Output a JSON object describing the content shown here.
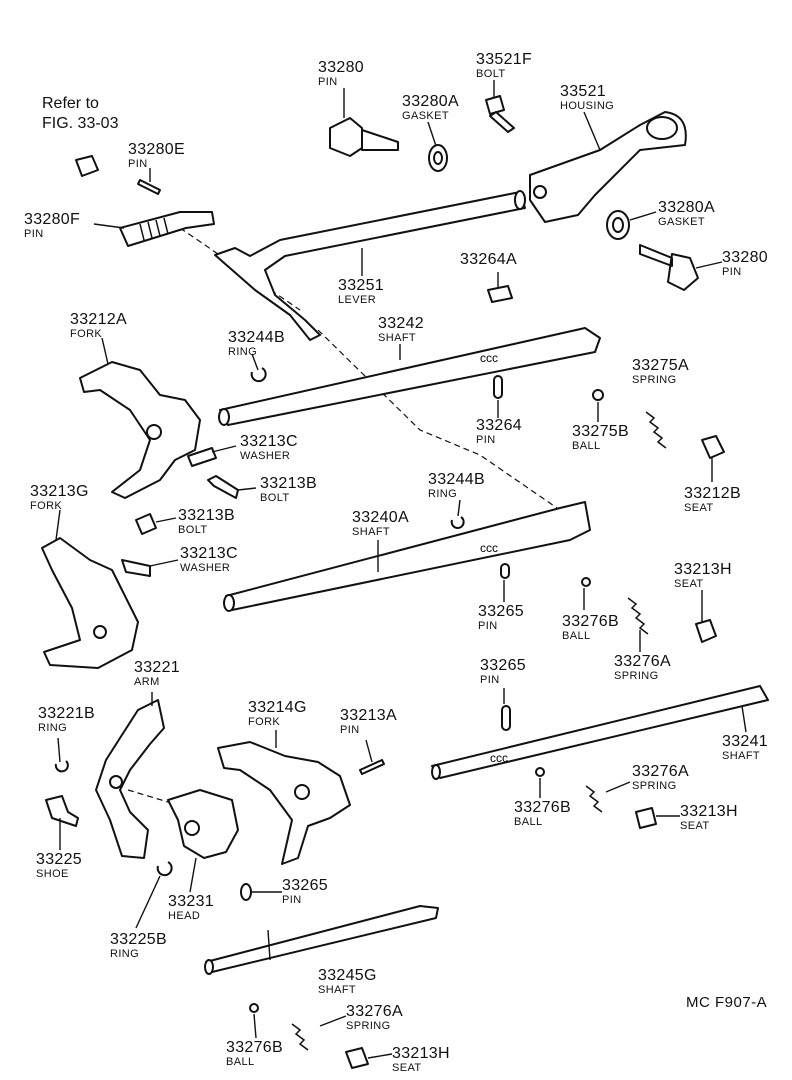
{
  "reference": {
    "line1": "Refer to",
    "line2": "FIG. 33-03"
  },
  "figure_code": "MC  F907-A",
  "labels": {
    "pin_33280_top": {
      "number": "33280",
      "name": "PIN"
    },
    "bolt_33521f": {
      "number": "33521F",
      "name": "BOLT"
    },
    "gasket_33280a_top": {
      "number": "33280A",
      "name": "GASKET"
    },
    "housing_33521": {
      "number": "33521",
      "name": "HOUSING"
    },
    "pin_33280e": {
      "number": "33280E",
      "name": "PIN"
    },
    "pin_33280f": {
      "number": "33280F",
      "name": "PIN"
    },
    "gasket_33280a_right": {
      "number": "33280A",
      "name": "GASKET"
    },
    "pin_33280_right": {
      "number": "33280",
      "name": "PIN"
    },
    "lever_33251": {
      "number": "33251",
      "name": "LEVER"
    },
    "plug_33264a": {
      "number": "33264A",
      "name": ""
    },
    "fork_33212a": {
      "number": "33212A",
      "name": "FORK"
    },
    "shaft_33242": {
      "number": "33242",
      "name": "SHAFT"
    },
    "ring_33244b_top": {
      "number": "33244B",
      "name": "RING"
    },
    "spring_33275a": {
      "number": "33275A",
      "name": "SPRING"
    },
    "pin_33264": {
      "number": "33264",
      "name": "PIN"
    },
    "ball_33275b": {
      "number": "33275B",
      "name": "BALL"
    },
    "washer_33213c_top": {
      "number": "33213C",
      "name": "WASHER"
    },
    "bolt_33213b_top": {
      "number": "33213B",
      "name": "BOLT"
    },
    "seat_33212b": {
      "number": "33212B",
      "name": "SEAT"
    },
    "fork_33213g": {
      "number": "33213G",
      "name": "FORK"
    },
    "ring_33244b_mid": {
      "number": "33244B",
      "name": "RING"
    },
    "bolt_33213b_mid": {
      "number": "33213B",
      "name": "BOLT"
    },
    "shaft_33240a": {
      "number": "33240A",
      "name": "SHAFT"
    },
    "washer_33213c_mid": {
      "number": "33213C",
      "name": "WASHER"
    },
    "seat_33213h_mid": {
      "number": "33213H",
      "name": "SEAT"
    },
    "pin_33265_mid": {
      "number": "33265",
      "name": "PIN"
    },
    "ball_33276b_mid": {
      "number": "33276B",
      "name": "BALL"
    },
    "spring_33276a_mid": {
      "number": "33276A",
      "name": "SPRING"
    },
    "arm_33221": {
      "number": "33221",
      "name": "ARM"
    },
    "pin_33265_right": {
      "number": "33265",
      "name": "PIN"
    },
    "fork_33214g": {
      "number": "33214G",
      "name": "FORK"
    },
    "pin_33213a": {
      "number": "33213A",
      "name": "PIN"
    },
    "ring_33221b": {
      "number": "33221B",
      "name": "RING"
    },
    "shaft_33241": {
      "number": "33241",
      "name": "SHAFT"
    },
    "spring_33276a_right": {
      "number": "33276A",
      "name": "SPRING"
    },
    "ball_33276b_right": {
      "number": "33276B",
      "name": "BALL"
    },
    "seat_33213h_right": {
      "number": "33213H",
      "name": "SEAT"
    },
    "shoe_33225": {
      "number": "33225",
      "name": "SHOE"
    },
    "head_33231": {
      "number": "33231",
      "name": "HEAD"
    },
    "pin_33265_low": {
      "number": "33265",
      "name": "PIN"
    },
    "ring_33225b": {
      "number": "33225B",
      "name": "RING"
    },
    "shaft_33245g": {
      "number": "33245G",
      "name": "SHAFT"
    },
    "spring_33276a_low": {
      "number": "33276A",
      "name": "SPRING"
    },
    "ball_33276b_low": {
      "number": "33276B",
      "name": "BALL"
    },
    "seat_33213h_low": {
      "number": "33213H",
      "name": "SEAT"
    }
  }
}
